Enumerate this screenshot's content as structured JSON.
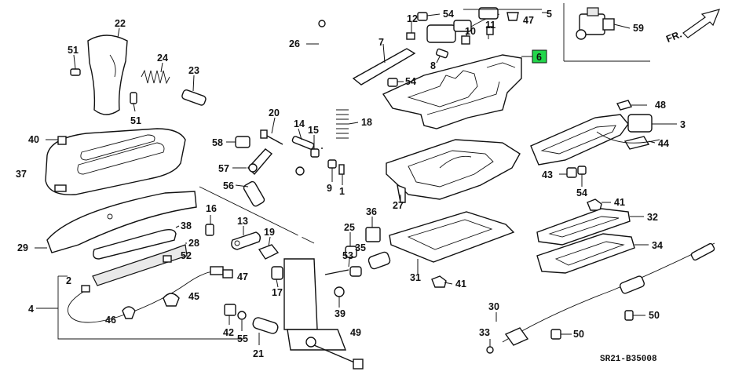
{
  "diagram": {
    "direction_label": "FR.",
    "drawing_code": "SR21-B35008",
    "highlighted_callout": "6",
    "highlight_color": "#22d64a",
    "callouts": [
      "1",
      "2",
      "3",
      "4",
      "5",
      "6",
      "7",
      "8",
      "9",
      "10",
      "11",
      "12",
      "13",
      "14",
      "15",
      "16",
      "17",
      "18",
      "19",
      "20",
      "21",
      "22",
      "23",
      "24",
      "25",
      "26",
      "27",
      "28",
      "29",
      "30",
      "31",
      "32",
      "33",
      "34",
      "35",
      "36",
      "37",
      "38",
      "39",
      "40",
      "41",
      "42",
      "43",
      "44",
      "45",
      "46",
      "47",
      "48",
      "49",
      "50",
      "51",
      "52",
      "53",
      "54",
      "55",
      "56",
      "57",
      "58",
      "59"
    ]
  }
}
